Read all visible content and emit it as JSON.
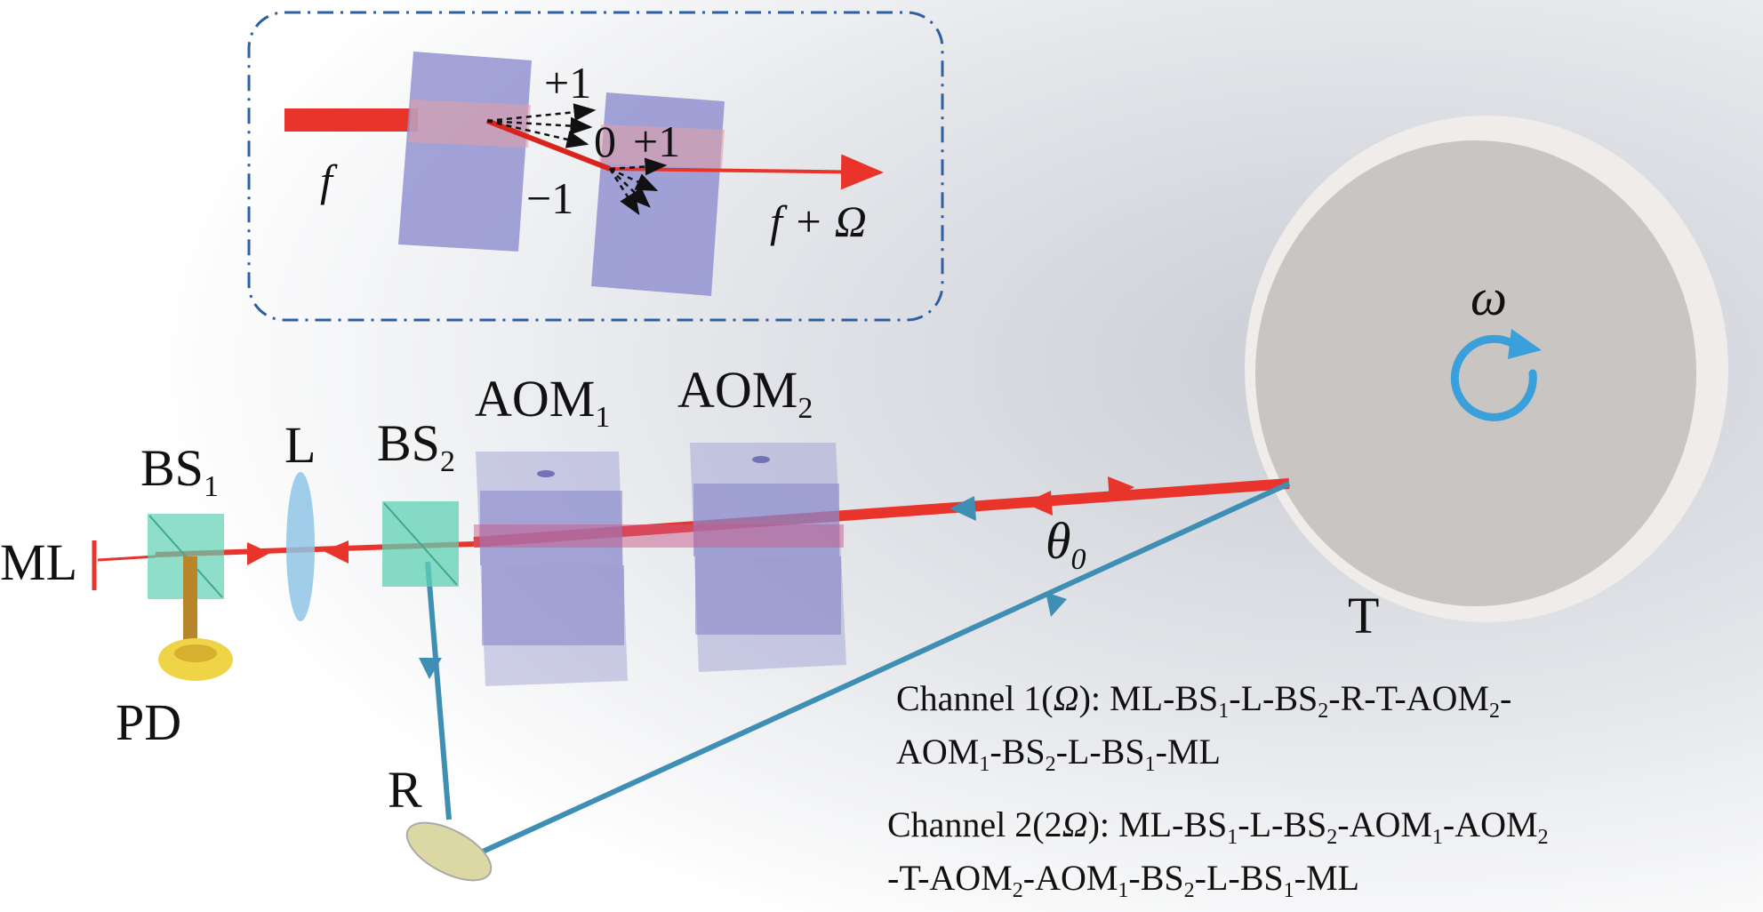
{
  "inset": {
    "plus1_a": "+1",
    "zero": "0",
    "plus1_b": "+1",
    "minus1": "−1",
    "f": "f",
    "f_plus_omega": "f + Ω"
  },
  "labels": {
    "ml": "ML",
    "bs1": {
      "main": "BS",
      "sub": "1"
    },
    "l": "L",
    "bs2": {
      "main": "BS",
      "sub": "2"
    },
    "aom1": {
      "main": "AOM",
      "sub": "1"
    },
    "aom2": {
      "main": "AOM",
      "sub": "2"
    },
    "pd": "PD",
    "r": "R",
    "t": "T",
    "omega": "ω",
    "theta": {
      "main": "θ",
      "sub": "0"
    }
  },
  "channels": {
    "channel1": {
      "line1_parts": [
        "Channel 1(",
        "Ω",
        "): ML-BS",
        "1",
        "-L-BS",
        "2",
        "-R-T-AOM",
        "2",
        "-"
      ],
      "line2_parts": [
        "AOM",
        "1",
        "-BS",
        "2",
        "-L-BS",
        "1",
        "-ML"
      ]
    },
    "channel2": {
      "line1_parts": [
        "Channel 2(2",
        "Ω",
        "): ML-BS",
        "1",
        "-L-BS",
        "2",
        "-AOM",
        "1",
        "-AOM",
        "2"
      ],
      "line2_parts": [
        "-T-AOM",
        "2",
        "-AOM",
        "1",
        "-BS",
        "2",
        "-L-BS",
        "1",
        "-ML"
      ]
    }
  },
  "colors": {
    "laser": "#e8342a",
    "return_beam": "#3f8fb5",
    "aom": "#8f8fcf",
    "beam_splitter": "#5fd0b4",
    "lens": "#8fc4e4",
    "target": "#c9c5c2",
    "rotation_arrow": "#3aa0dc"
  }
}
